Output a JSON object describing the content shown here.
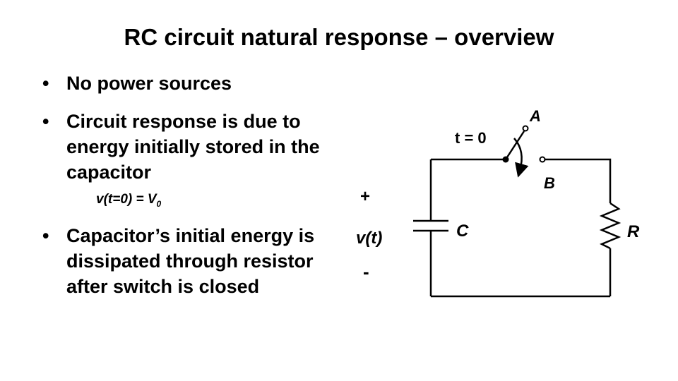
{
  "title": "RC circuit natural response – overview",
  "bullets": [
    "No power sources",
    "Circuit response is due to energy initially stored in the capacitor",
    "Capacitor’s initial energy is dissipated through resistor after switch is closed"
  ],
  "equation": {
    "main": "v(t=0) = V",
    "subscript": "0"
  },
  "circuit": {
    "switch_time_label": "t = 0",
    "terminal_a": "A",
    "terminal_b": "B",
    "plus_sign": "+",
    "voltage_label": "v(t)",
    "minus_sign": "-",
    "capacitor_label": "C",
    "resistor_label": "R"
  }
}
